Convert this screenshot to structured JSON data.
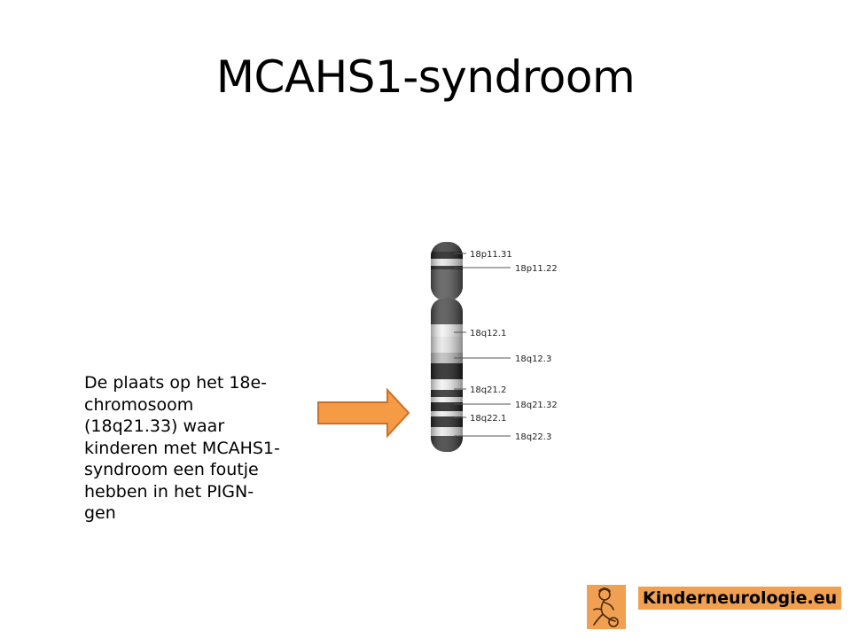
{
  "slide": {
    "title": "MCAHS1-syndroom",
    "body_lines": [
      "De plaats op het 18e-",
      "chromosoom",
      "(18q21.33) waar",
      "kinderen met MCAHS1-",
      "syndroom een foutje",
      "hebben in het PIGN-",
      "gen"
    ]
  },
  "chromosome": {
    "bands": [
      "18p11.31",
      "18p11.22",
      "18q12.1",
      "18q12.3",
      "18q21.2",
      "18q21.32",
      "18q22.1",
      "18q22.3"
    ]
  },
  "colors": {
    "arrow_fill": "#f59a45",
    "arrow_stroke": "#c9702a",
    "logo_background": "#f0a050"
  },
  "logo": {
    "text": "Kinderneurologie.eu",
    "icon": "child-figure-icon"
  }
}
